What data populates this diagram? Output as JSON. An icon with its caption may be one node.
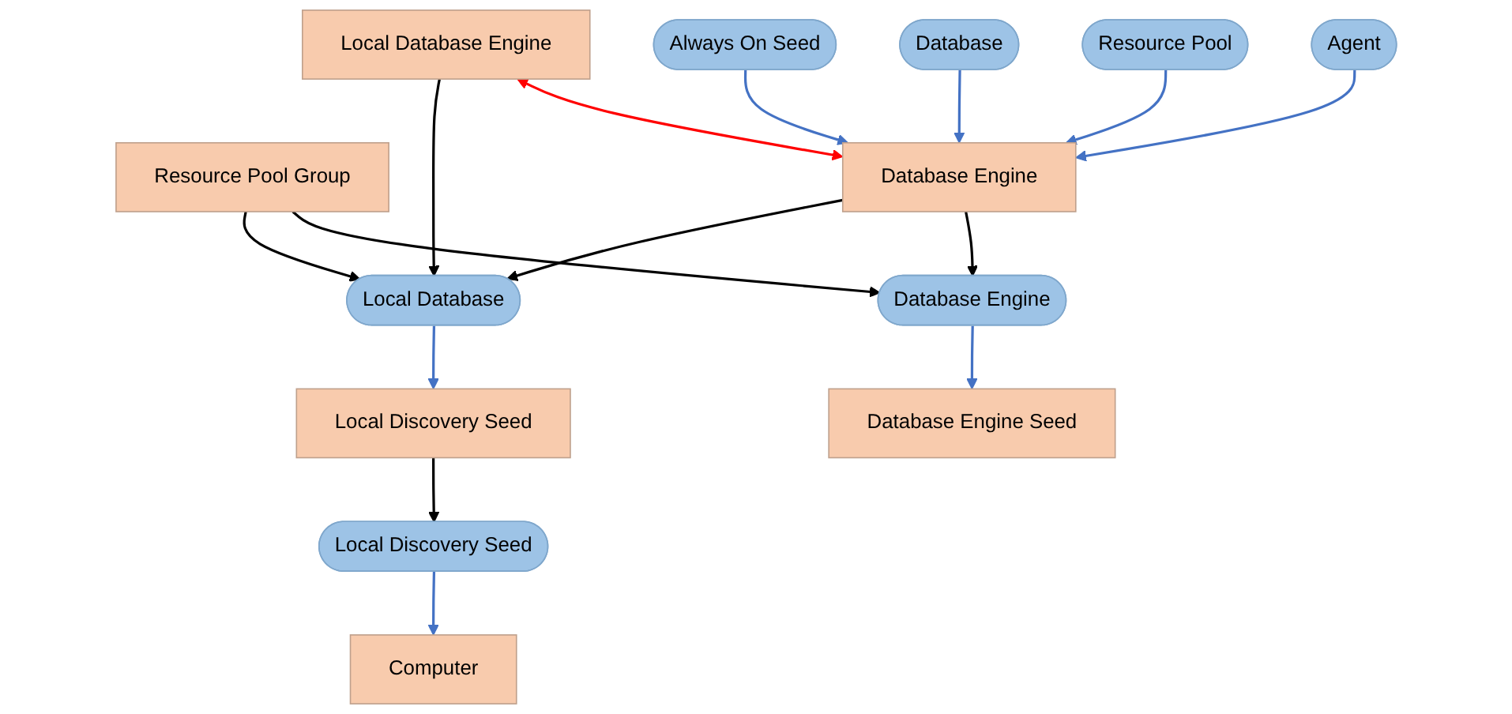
{
  "diagram": {
    "nodes": [
      {
        "text": [
          "Local Discovery Seed"
        ]
      },
      {
        "text": [
          "Local Discovery Seed"
        ]
      },
      {
        "text": [
          "Computer"
        ]
      },
      {
        "text": [
          "Local Database"
        ]
      },
      {
        "text": [
          "Resource Pool Group"
        ]
      },
      {
        "text": [
          "Local Database Engine"
        ]
      },
      {
        "text": [
          "Database Engine"
        ]
      },
      {
        "text": [
          "Database Engine"
        ]
      },
      {
        "text": [
          "Database Engine Seed"
        ]
      },
      {
        "text": [
          "Always On Seed"
        ]
      },
      {
        "text": [
          "Database"
        ]
      },
      {
        "text": [
          "Resource Pool"
        ]
      },
      {
        "text": [
          "Agent"
        ]
      }
    ],
    "edges": [
      {
        "from": 0,
        "to": 1,
        "arrow": "to",
        "color": "#000000"
      },
      {
        "from": 1,
        "to": 2,
        "arrow": "to"
      },
      {
        "from": 3,
        "to": 0,
        "arrow": "to"
      },
      {
        "from": 4,
        "to": 3,
        "arrow": "to",
        "color": "#000000"
      },
      {
        "from": 5,
        "to": 3,
        "arrow": "to",
        "color": "#000000"
      },
      {
        "from": 6,
        "to": 3,
        "arrow": "to",
        "color": "#000000"
      },
      {
        "from": 5,
        "to": 6,
        "arrow": "both",
        "color": "#ff0000"
      },
      {
        "from": 6,
        "to": 7,
        "arrow": "to",
        "color": "#000000"
      },
      {
        "from": 4,
        "to": 7,
        "arrow": "to",
        "color": "#000000"
      },
      {
        "from": 7,
        "to": 8,
        "arrow": "to"
      },
      {
        "from": 9,
        "to": 6,
        "arrow": "to"
      },
      {
        "from": 10,
        "to": 6,
        "arrow": "to"
      },
      {
        "from": 11,
        "to": 6,
        "arrow": "to"
      },
      {
        "from": 12,
        "to": 6,
        "arrow": "to"
      }
    ]
  }
}
